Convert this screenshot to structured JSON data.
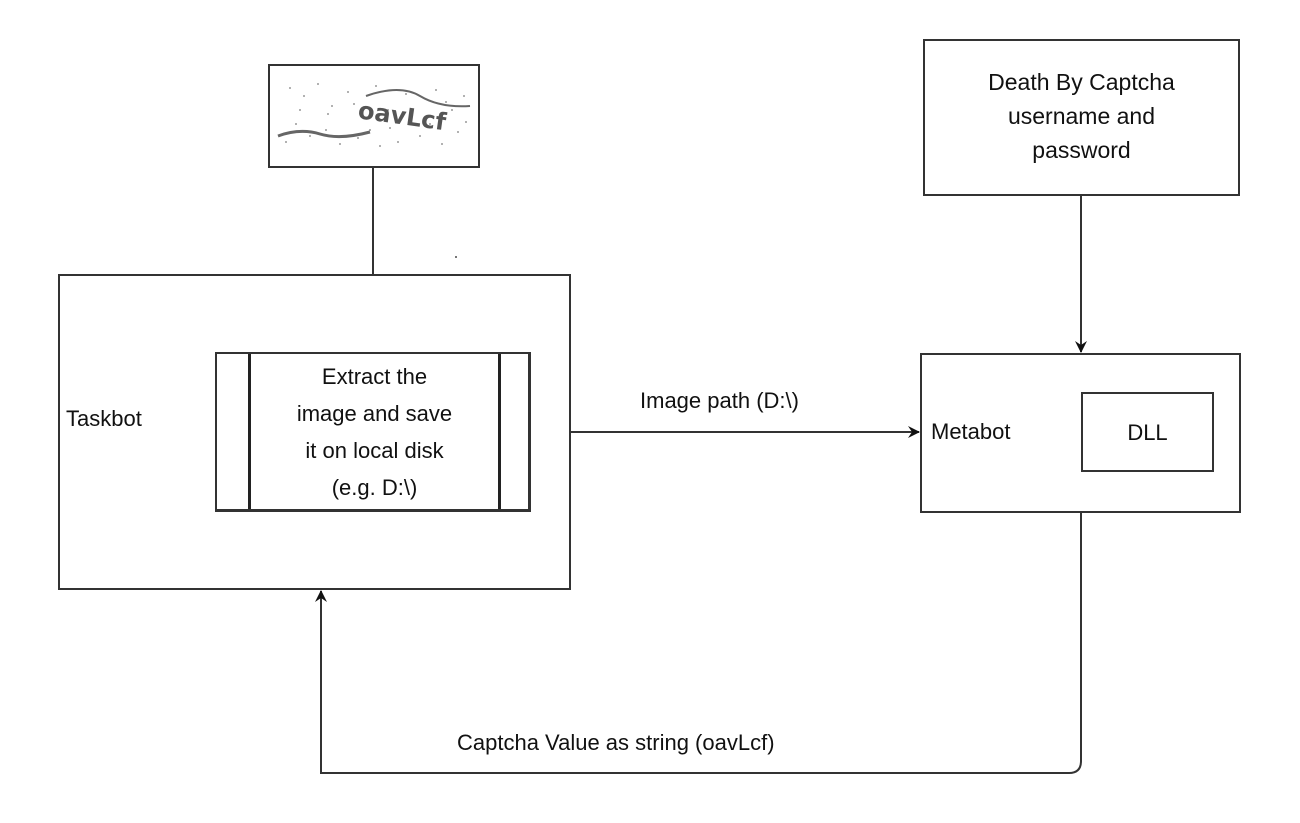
{
  "diagram": {
    "captcha_image": {
      "alt_text": "oavLcf",
      "description": "Noisy CAPTCHA image"
    },
    "dbc_credentials": {
      "lines": [
        "Death By Captcha",
        "username and",
        "password"
      ]
    },
    "taskbot": {
      "label": "Taskbot",
      "process": {
        "lines": [
          "Extract the",
          "image and save",
          "it on local disk",
          "(e.g. D:\\)"
        ]
      }
    },
    "metabot": {
      "label": "Metabot",
      "component": {
        "label": "DLL"
      }
    },
    "edges": {
      "image_path": {
        "label": "Image path (D:\\)"
      },
      "captcha_value": {
        "label": "Captcha Value as string (oavLcf)"
      }
    },
    "colors": {
      "stroke": "#333333",
      "text": "#111111",
      "background": "#ffffff"
    }
  }
}
